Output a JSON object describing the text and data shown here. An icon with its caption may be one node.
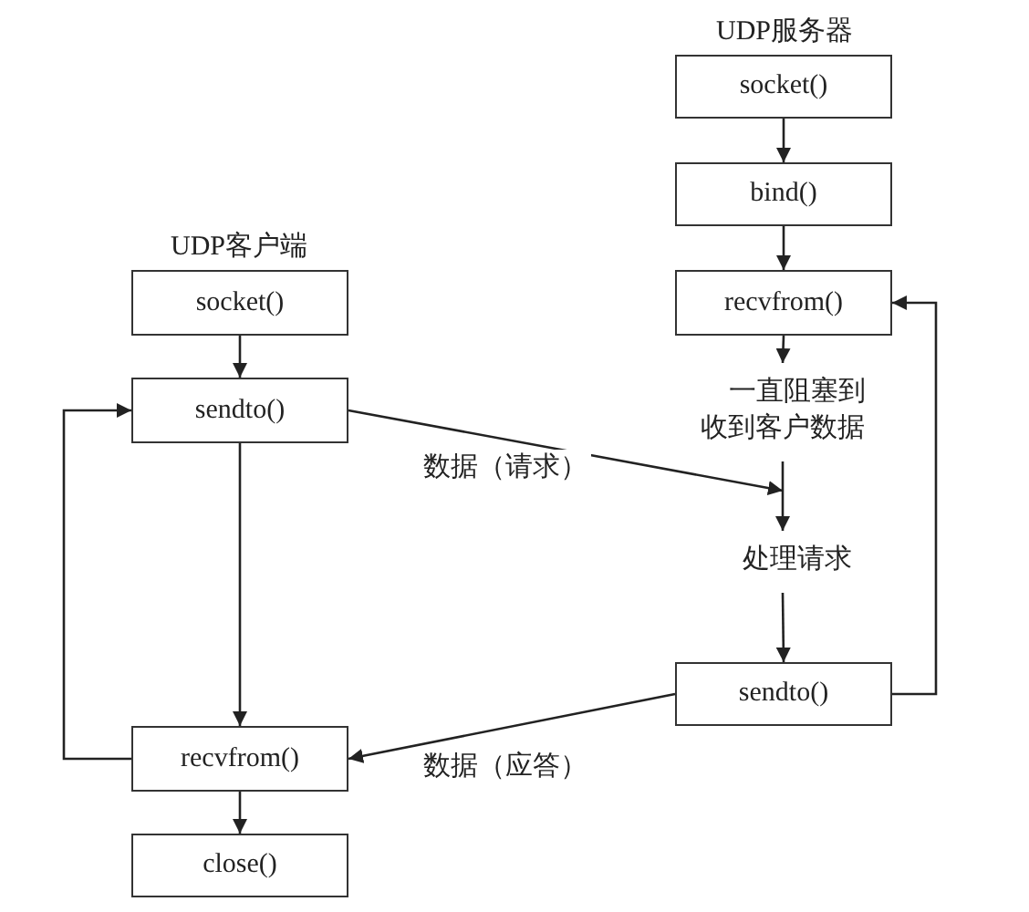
{
  "diagram": {
    "nodes": [
      {
        "text": [
          "socket()"
        ]
      },
      {
        "text": [
          "bind()"
        ]
      },
      {
        "text": [
          "recvfrom()"
        ]
      },
      {
        "text": [
          "一直阻塞到收到客户数据"
        ]
      },
      {
        "text": [
          "处理请求"
        ]
      },
      {
        "text": [
          "sendto()"
        ]
      },
      {
        "text": [
          "socket()"
        ]
      },
      {
        "text": [
          "sendto()"
        ]
      },
      {
        "text": [
          "recvfrom()"
        ]
      },
      {
        "text": [
          "close()"
        ]
      }
    ],
    "edges": [
      {
        "from": 0,
        "to": 1,
        "arrow": "to"
      },
      {
        "from": 1,
        "to": 2,
        "arrow": "to"
      },
      {
        "from": 2,
        "to": 3,
        "arrow": "to"
      },
      {
        "from": 3,
        "to": 4,
        "arrow": "to"
      },
      {
        "from": 4,
        "to": 5,
        "arrow": "to"
      },
      {
        "from": 5,
        "to": 2,
        "arrow": "to"
      },
      {
        "from": 6,
        "to": 7,
        "arrow": "to"
      },
      {
        "from": 7,
        "to": 8,
        "arrow": "to"
      },
      {
        "from": 8,
        "to": 7,
        "arrow": "to"
      },
      {
        "from": 7,
        "to": 3,
        "arrow": "to",
        "label": "数据（请求）"
      },
      {
        "from": 5,
        "to": 8,
        "arrow": "to",
        "label": "数据（应答）"
      },
      {
        "from": 8,
        "to": 9,
        "arrow": "to"
      }
    ],
    "labels": [
      "UDP服务器",
      "UDP客户端"
    ]
  }
}
